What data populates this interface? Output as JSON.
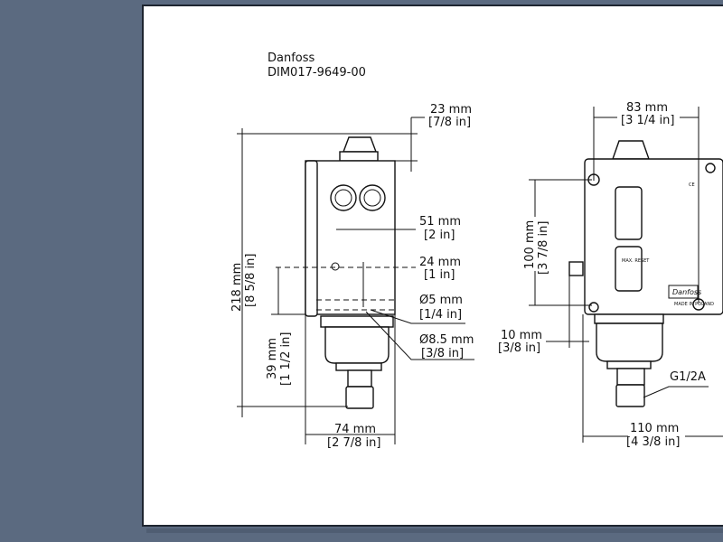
{
  "document": {
    "manufacturer": "Danfoss",
    "drawing_number": "DIM017-9649-00"
  },
  "side_view": {
    "dim_23": {
      "mm": "23 mm",
      "in": "[7/8 in]"
    },
    "dim_218": {
      "mm": "218 mm",
      "in": "[8 5/8 in]"
    },
    "dim_51": {
      "mm": "51 mm",
      "in": "[2 in]"
    },
    "dim_24": {
      "mm": "24 mm",
      "in": "[1 in]"
    },
    "dim_d5": {
      "mm": "Ø5 mm",
      "in": "[1/4 in]"
    },
    "dim_d85": {
      "mm": "Ø8.5 mm",
      "in": "[3/8 in]"
    },
    "dim_39": {
      "mm": "39 mm",
      "in": "[1 1/2 in]"
    },
    "dim_74": {
      "mm": "74 mm",
      "in": "[2 7/8 in]"
    }
  },
  "front_view": {
    "dim_83": {
      "mm": "83 mm",
      "in": "[3 1/4 in]"
    },
    "dim_100": {
      "mm": "100 mm",
      "in": "[3 7/8 in]"
    },
    "dim_10": {
      "mm": "10 mm",
      "in": "[3/8 in]"
    },
    "dim_110": {
      "mm": "110 mm",
      "in": "[4 3/8 in]"
    },
    "thread": "G1/2A",
    "reset_label": "MAX. RESET",
    "made_in": "MADE IN POLAND",
    "logo": "Danfoss",
    "ce_mark": "CE"
  }
}
